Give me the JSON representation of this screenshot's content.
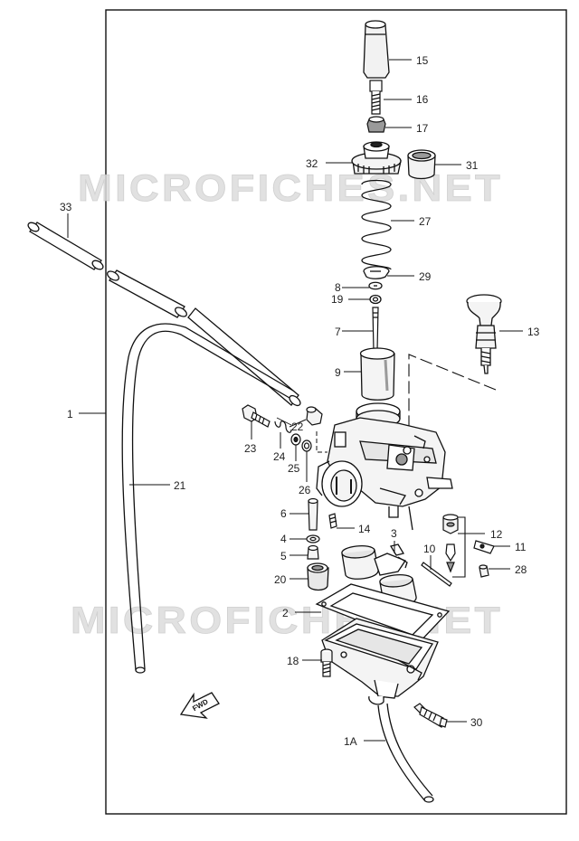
{
  "watermark": {
    "text": "MICROFICHES.NET",
    "color": "#d9d9d9"
  },
  "callouts": {
    "c1": "1",
    "c1A": "1A",
    "c2": "2",
    "c3": "3",
    "c4": "4",
    "c5": "5",
    "c6": "6",
    "c7": "7",
    "c8": "8",
    "c9": "9",
    "c10": "10",
    "c11": "11",
    "c12": "12",
    "c13": "13",
    "c14": "14",
    "c15": "15",
    "c16": "16",
    "c17": "17",
    "c18": "18",
    "c19": "19",
    "c20": "20",
    "c21": "21",
    "c22": "22",
    "c23": "23",
    "c24": "24",
    "c25": "25",
    "c26": "26",
    "c27": "27",
    "c28": "28",
    "c29": "29",
    "c30": "30",
    "c31": "31",
    "c32": "32",
    "c33": "33"
  },
  "fwd_label": "FWD",
  "colors": {
    "line": "#111111",
    "label": "#222222",
    "part_fill": "#f2f2f2",
    "part_shade": "#9a9a9a"
  }
}
